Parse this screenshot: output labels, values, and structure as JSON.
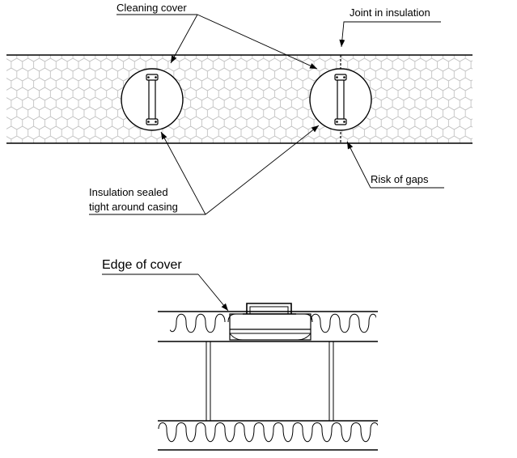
{
  "labels": {
    "cleaning_cover": "Cleaning cover",
    "joint_in_insulation": "Joint in insulation",
    "insulation_sealed_line1": "Insulation sealed",
    "insulation_sealed_line2": "tight around casing",
    "risk_of_gaps": "Risk of gaps",
    "edge_of_cover": "Edge of cover"
  },
  "colors": {
    "stroke": "#000000",
    "hex_pattern": "#bbbbbb",
    "background": "#ffffff"
  }
}
